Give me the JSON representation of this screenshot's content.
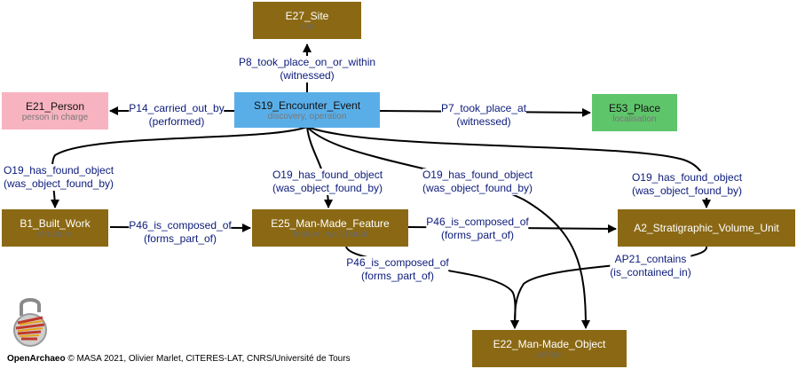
{
  "nodes": {
    "e27_site": {
      "title": "E27_Site",
      "sub": "site",
      "color": "#8b6914"
    },
    "e21_person": {
      "title": "E21_Person",
      "sub": "person in charge",
      "color": "#f7b4c0"
    },
    "s19_event": {
      "title": "S19_Encounter_Event",
      "sub": "discovery, operation",
      "color": "#5aaee8"
    },
    "e53_place": {
      "title": "E53_Place",
      "sub": "localisation",
      "color": "#5fc56b"
    },
    "b1_built_work": {
      "title": "B1_Built_Work",
      "sub": "structure",
      "color": "#8b6914"
    },
    "e25_feature": {
      "title": "E25_Man-Made_Feature",
      "sub": "feature, wall, burial",
      "color": "#8b6914"
    },
    "a2_unit": {
      "title": "A2_Stratigraphic_Volume_Unit",
      "sub": "",
      "color": "#8b6914"
    },
    "e22_object": {
      "title": "E22_Man-Made_Object",
      "sub": "artifact",
      "color": "#8b6914"
    }
  },
  "edges": {
    "p8": {
      "line1": "P8_took_place_on_or_within",
      "line2": "(witnessed)"
    },
    "p14": {
      "line1": "P14_carried_out_by",
      "line2": "(performed)"
    },
    "p7": {
      "line1": "P7_took_place_at",
      "line2": "(witnessed)"
    },
    "o19_b1": {
      "line1": "O19_has_found_object",
      "line2": "(was_object_found_by)"
    },
    "o19_e25": {
      "line1": "O19_has_found_object",
      "line2": "(was_object_found_by)"
    },
    "o19_e22": {
      "line1": "O19_has_found_object",
      "line2": "(was_object_found_by)"
    },
    "o19_a2": {
      "line1": "O19_has_found_object",
      "line2": "(was_object_found_by)"
    },
    "p46_b1_e25": {
      "line1": "P46_is_composed_of",
      "line2": "(forms_part_of)"
    },
    "p46_e25_a2": {
      "line1": "P46_is_composed_of",
      "line2": "(forms_part_of)"
    },
    "p46_e25_e22": {
      "line1": "P46_is_composed_of",
      "line2": "(forms_part_of)"
    },
    "ap21": {
      "line1": "AP21_contains",
      "line2": "(is_contained_in)"
    }
  },
  "footer": {
    "brand": "OpenArchaeo",
    "credit": " © MASA 2021, Olivier Marlet, CITERES-LAT, CNRS/Université de Tours"
  },
  "colors": {
    "edge_label": "#0b1a7a",
    "edge_line": "#000000"
  }
}
